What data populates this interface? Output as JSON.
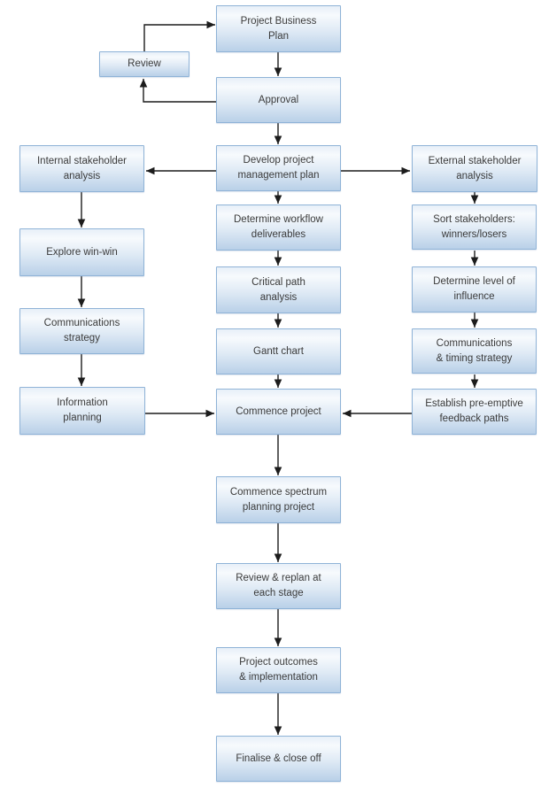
{
  "diagram": {
    "type": "flowchart",
    "colors": {
      "box_fill_top": "#f7fafd",
      "box_fill_bottom": "#b9d0e8",
      "box_border": "#8fb3d7",
      "arrow": "#1c1c1c",
      "text": "#3b3b3b",
      "background": "#ffffff"
    },
    "nodes": [
      {
        "id": "project-business-plan",
        "label": "Project Business\nPlan"
      },
      {
        "id": "review",
        "label": "Review"
      },
      {
        "id": "approval",
        "label": "Approval"
      },
      {
        "id": "develop-project-management-plan",
        "label": "Develop project\nmanagement plan"
      },
      {
        "id": "internal-stakeholder-analysis",
        "label": "Internal stakeholder\nanalysis"
      },
      {
        "id": "external-stakeholder-analysis",
        "label": "External stakeholder\nanalysis"
      },
      {
        "id": "explore-win-win",
        "label": "Explore win-win"
      },
      {
        "id": "communications-strategy",
        "label": "Communications\nstrategy"
      },
      {
        "id": "information-planning",
        "label": "Information\nplanning"
      },
      {
        "id": "determine-workflow-deliverables",
        "label": "Determine workflow\ndeliverables"
      },
      {
        "id": "critical-path-analysis",
        "label": "Critical path\nanalysis"
      },
      {
        "id": "gantt-chart",
        "label": "Gantt chart"
      },
      {
        "id": "commence-project",
        "label": "Commence project"
      },
      {
        "id": "sort-stakeholders",
        "label": "Sort stakeholders:\nwinners/losers"
      },
      {
        "id": "determine-level-of-influence",
        "label": "Determine level of\ninfluence"
      },
      {
        "id": "communications-timing-strategy",
        "label": "Communications\n& timing strategy"
      },
      {
        "id": "establish-pre-emptive-feedback-paths",
        "label": "Establish pre-emptive\nfeedback paths"
      },
      {
        "id": "commence-spectrum-planning-project",
        "label": "Commence spectrum\nplanning project"
      },
      {
        "id": "review-replan-each-stage",
        "label": "Review & replan at\neach stage"
      },
      {
        "id": "project-outcomes-implementation",
        "label": "Project outcomes\n& implementation"
      },
      {
        "id": "finalise-close-off",
        "label": "Finalise & close off"
      }
    ],
    "edges": [
      {
        "from": "review",
        "to": "project-business-plan"
      },
      {
        "from": "project-business-plan",
        "to": "approval"
      },
      {
        "from": "approval",
        "to": "review"
      },
      {
        "from": "approval",
        "to": "develop-project-management-plan"
      },
      {
        "from": "develop-project-management-plan",
        "to": "internal-stakeholder-analysis"
      },
      {
        "from": "develop-project-management-plan",
        "to": "external-stakeholder-analysis"
      },
      {
        "from": "develop-project-management-plan",
        "to": "determine-workflow-deliverables"
      },
      {
        "from": "internal-stakeholder-analysis",
        "to": "explore-win-win"
      },
      {
        "from": "explore-win-win",
        "to": "communications-strategy"
      },
      {
        "from": "communications-strategy",
        "to": "information-planning"
      },
      {
        "from": "information-planning",
        "to": "commence-project"
      },
      {
        "from": "determine-workflow-deliverables",
        "to": "critical-path-analysis"
      },
      {
        "from": "critical-path-analysis",
        "to": "gantt-chart"
      },
      {
        "from": "gantt-chart",
        "to": "commence-project"
      },
      {
        "from": "external-stakeholder-analysis",
        "to": "sort-stakeholders"
      },
      {
        "from": "sort-stakeholders",
        "to": "determine-level-of-influence"
      },
      {
        "from": "determine-level-of-influence",
        "to": "communications-timing-strategy"
      },
      {
        "from": "communications-timing-strategy",
        "to": "establish-pre-emptive-feedback-paths"
      },
      {
        "from": "establish-pre-emptive-feedback-paths",
        "to": "commence-project"
      },
      {
        "from": "commence-project",
        "to": "commence-spectrum-planning-project"
      },
      {
        "from": "commence-spectrum-planning-project",
        "to": "review-replan-each-stage"
      },
      {
        "from": "review-replan-each-stage",
        "to": "project-outcomes-implementation"
      },
      {
        "from": "project-outcomes-implementation",
        "to": "finalise-close-off"
      }
    ]
  }
}
